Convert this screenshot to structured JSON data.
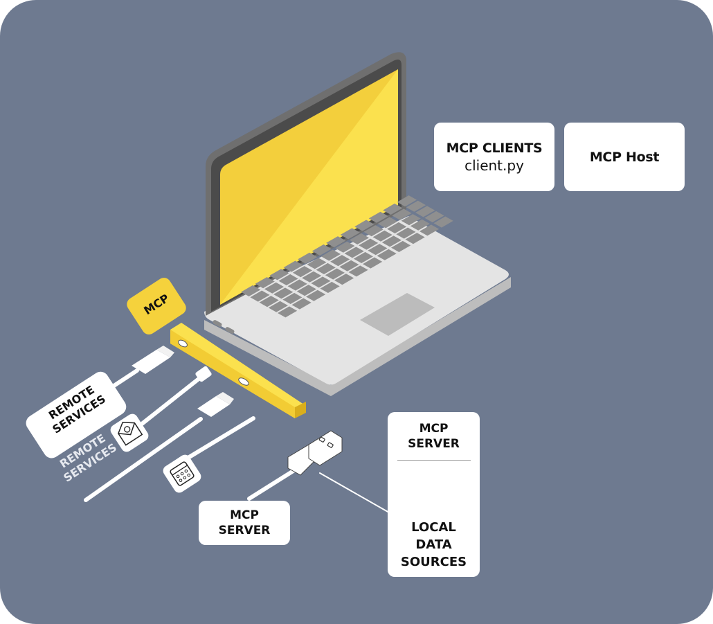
{
  "colors": {
    "background": "#6e7a90",
    "accent_yellow": "#f5d23c",
    "screen_light": "#fbe14e",
    "bezel": "#4d4d4d",
    "laptop_body": "#e4e4e4",
    "keys": "#8f8f8f",
    "label_bg": "#ffffff",
    "text": "#111111"
  },
  "labels": {
    "clients_title": "MCP CLIENTS",
    "clients_sub": "client.py",
    "host": "MCP Host",
    "mcp_tag": "MCP",
    "remote_services_box": "REMOTE\nSERVICES",
    "remote_services_text": "REMOTE\nSERVICES",
    "server_small": "MCP\nSERVER",
    "server_card_title": "MCP\nSERVER",
    "server_card_sources": "LOCAL\nDATA\nSOURCES"
  },
  "icons": {
    "email": "email-at-icon",
    "calendar": "calendar-icon",
    "data_cube": "cube-icon"
  }
}
